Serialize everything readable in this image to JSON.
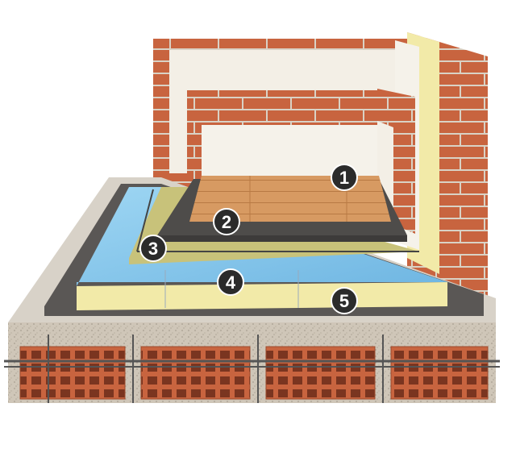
{
  "figure": {
    "layers": [
      {
        "id": "layer-1",
        "label": "1",
        "material": "wood-floor"
      },
      {
        "id": "layer-2",
        "label": "2",
        "material": "screed"
      },
      {
        "id": "layer-3",
        "label": "3",
        "material": "reinforcement-mesh"
      },
      {
        "id": "layer-4",
        "label": "4",
        "material": "insulation-board"
      },
      {
        "id": "layer-5",
        "label": "5",
        "material": "base-slab"
      }
    ]
  },
  "colors": {
    "brick": "#c8643f",
    "brick_dark": "#9c4a2d",
    "mortar": "#d9d2c5",
    "plaster": "#f3efe6",
    "insulation_blue": "#7ec3ea",
    "insulation_face": "#f2eaa8",
    "wood": "#d79a62",
    "screed": "#4e4c4a",
    "slab": "#d8d2c8",
    "concrete": "#cfc6b8",
    "marker": "#2b2b2b"
  }
}
